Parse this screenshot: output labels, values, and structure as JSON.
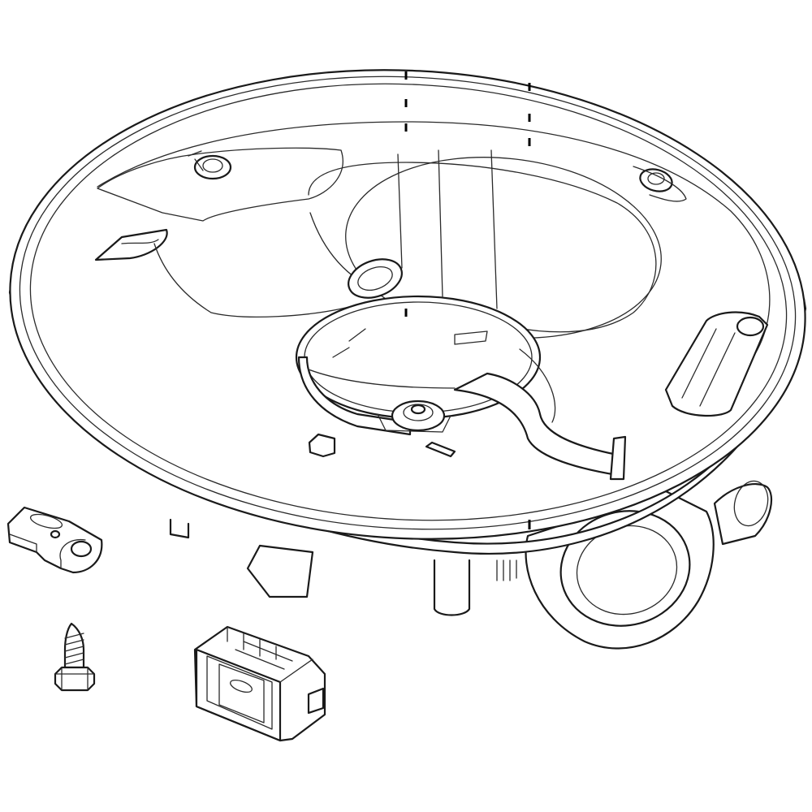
{
  "figure": {
    "type": "exploded-parts-illustration",
    "parts": [
      {
        "name": "sump-assembly",
        "icon": "sump-bowl-icon"
      },
      {
        "name": "mounting-bracket",
        "icon": "bracket-icon"
      },
      {
        "name": "screw",
        "icon": "screw-icon"
      },
      {
        "name": "connector-housing",
        "icon": "connector-icon"
      }
    ],
    "line_color": "#1a1a1a",
    "background": "#ffffff"
  }
}
